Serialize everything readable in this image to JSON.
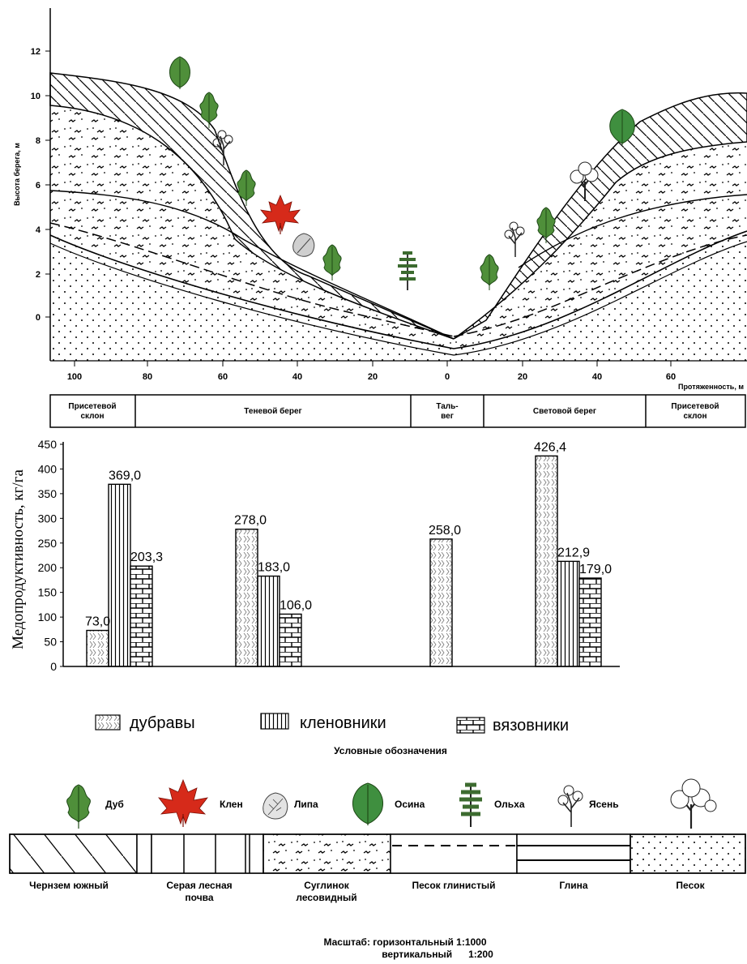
{
  "profile": {
    "y_axis_label": "Высота берега, м",
    "y_ticks": [
      "12",
      "10",
      "8",
      "6",
      "4",
      "2",
      "0"
    ],
    "x_ticks": [
      "100",
      "80",
      "60",
      "40",
      "20",
      "0",
      "20",
      "40",
      "60"
    ],
    "x_axis_label": "Протяженность, м",
    "zones": [
      {
        "line1": "Присетевой",
        "line2": "склон"
      },
      {
        "line1": "Теневой берег",
        "line2": ""
      },
      {
        "line1": "Таль-",
        "line2": "вег"
      },
      {
        "line1": "Световой берег",
        "line2": ""
      },
      {
        "line1": "Присетевой",
        "line2": "склон"
      }
    ]
  },
  "chart_data": {
    "type": "bar",
    "ylabel": "Медопродуктивность, кг/га",
    "ylim": [
      0,
      450
    ],
    "y_ticks": [
      "450",
      "400",
      "350",
      "300",
      "250",
      "200",
      "150",
      "100",
      "50",
      "0"
    ],
    "categories": [
      "Присетевой склон",
      "Теневой берег",
      "Тальвег",
      "Световой берег"
    ],
    "series": [
      {
        "name": "дубравы",
        "pattern": "zigzag",
        "values": [
          73.0,
          278.0,
          258.0,
          426.4
        ],
        "labels": [
          "73,0",
          "278,0",
          "258,0",
          "426,4"
        ]
      },
      {
        "name": "кленовники",
        "pattern": "vertical-lines",
        "values": [
          369.0,
          183.0,
          null,
          212.9
        ],
        "labels": [
          "369,0",
          "183,0",
          "",
          "212,9"
        ]
      },
      {
        "name": "вязовники",
        "pattern": "brick",
        "values": [
          203.3,
          106.0,
          null,
          179.0
        ],
        "labels": [
          "203,3",
          "106,0",
          "",
          "179,0"
        ]
      }
    ]
  },
  "legend": {
    "items": [
      "дубравы",
      "кленовники",
      "вязовники"
    ],
    "caption": "Условные обозначения"
  },
  "species": [
    {
      "name": "Дуб",
      "icon": "oak-leaf-icon"
    },
    {
      "name": "Клен",
      "icon": "maple-leaf-icon"
    },
    {
      "name": "Липа",
      "icon": "linden-leaf-icon"
    },
    {
      "name": "Осина",
      "icon": "aspen-leaf-icon"
    },
    {
      "name": "Ольха",
      "icon": "alder-tree-icon"
    },
    {
      "name": "Ясень",
      "icon": "ash-tree-icon"
    },
    {
      "name": "",
      "icon": "elm-tree-icon"
    }
  ],
  "soils": [
    {
      "line1": "Чернзем южный",
      "line2": ""
    },
    {
      "line1": "Серая лесная",
      "line2": "почва"
    },
    {
      "line1": "Суглинок",
      "line2": "лесовидный"
    },
    {
      "line1": "Песок глинистый",
      "line2": ""
    },
    {
      "line1": "Глина",
      "line2": ""
    },
    {
      "line1": "Песок",
      "line2": ""
    }
  ],
  "scale": {
    "line1": "Масштаб: горизонтальный 1:1000",
    "line2": "вертикальный      1:200"
  },
  "colors": {
    "oak": "#4f8f3a",
    "maple": "#d62a1a",
    "linden": "#cfcfcf",
    "aspen": "#3f8f3f"
  }
}
